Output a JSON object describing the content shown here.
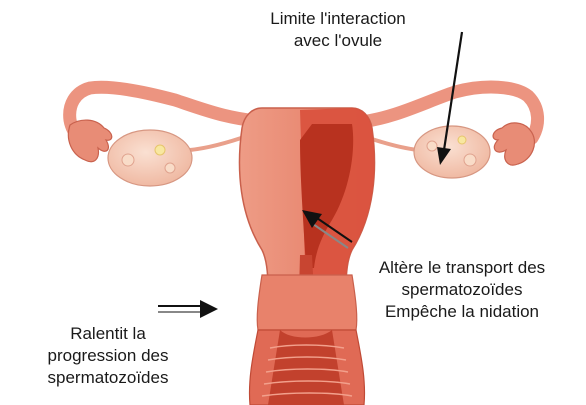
{
  "annotations": [
    {
      "id": "ovule",
      "lines": [
        "Limite l'interaction",
        "avec l'ovule"
      ]
    },
    {
      "id": "transport",
      "lines": [
        "Altère le transport des",
        "spermatozoïdes",
        "Empêche la nidation"
      ]
    },
    {
      "id": "cervix",
      "lines": [
        "Ralentit la",
        "progression des",
        "spermatozoïdes"
      ]
    }
  ],
  "colors": {
    "tissue": "#e9836d",
    "tissue_dark": "#c9523f",
    "cavity": "#d9412f",
    "tube": "#ee9a82",
    "ovary": "#f6c9b3",
    "arrow": "#111111"
  }
}
